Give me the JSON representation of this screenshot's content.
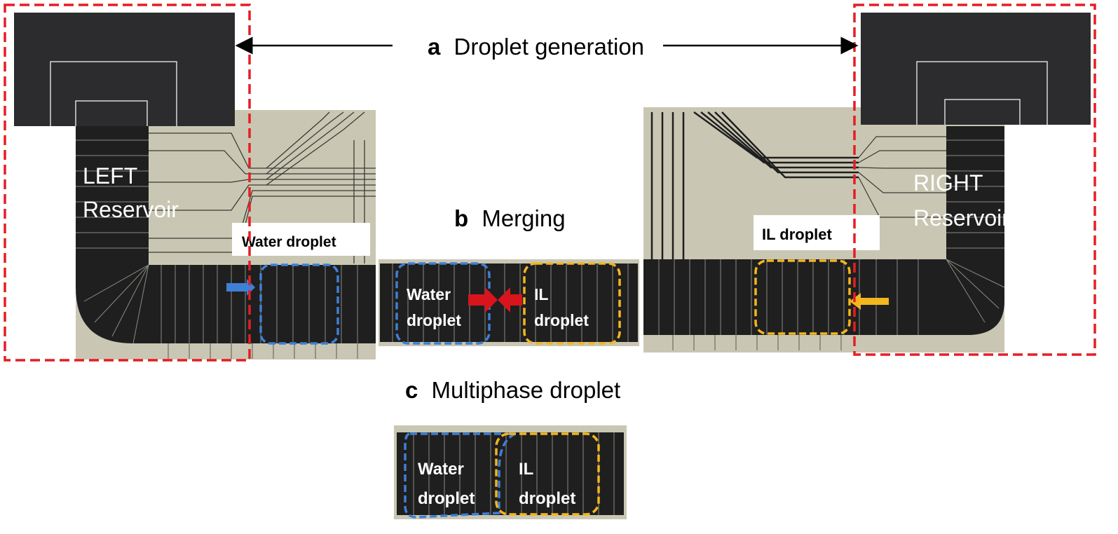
{
  "panels": {
    "a": {
      "letter": "a",
      "title": "Droplet generation"
    },
    "b": {
      "letter": "b",
      "title": "Merging"
    },
    "c": {
      "letter": "c",
      "title": "Multiphase droplet"
    }
  },
  "left": {
    "reservoir_line1": "LEFT",
    "reservoir_line2": "Reservoir",
    "droplet_label": "Water droplet"
  },
  "right": {
    "reservoir_line1": "RIGHT",
    "reservoir_line2": "Reservoir",
    "droplet_label": "IL droplet"
  },
  "merge": {
    "water_line1": "Water",
    "water_line2": "droplet",
    "il_line1": "IL",
    "il_line2": "droplet"
  },
  "multiphase": {
    "water_line1": "Water",
    "water_line2": "droplet",
    "il_line1": "IL",
    "il_line2": "droplet"
  },
  "colors": {
    "highlight_red": "#e41e25",
    "water_blue": "#3f7fd6",
    "il_yellow": "#f3b61f",
    "chip_beige": "#c9c7b3",
    "electrode_dark": "#1f1f1f",
    "inset_dark": "#2c2c2e"
  }
}
